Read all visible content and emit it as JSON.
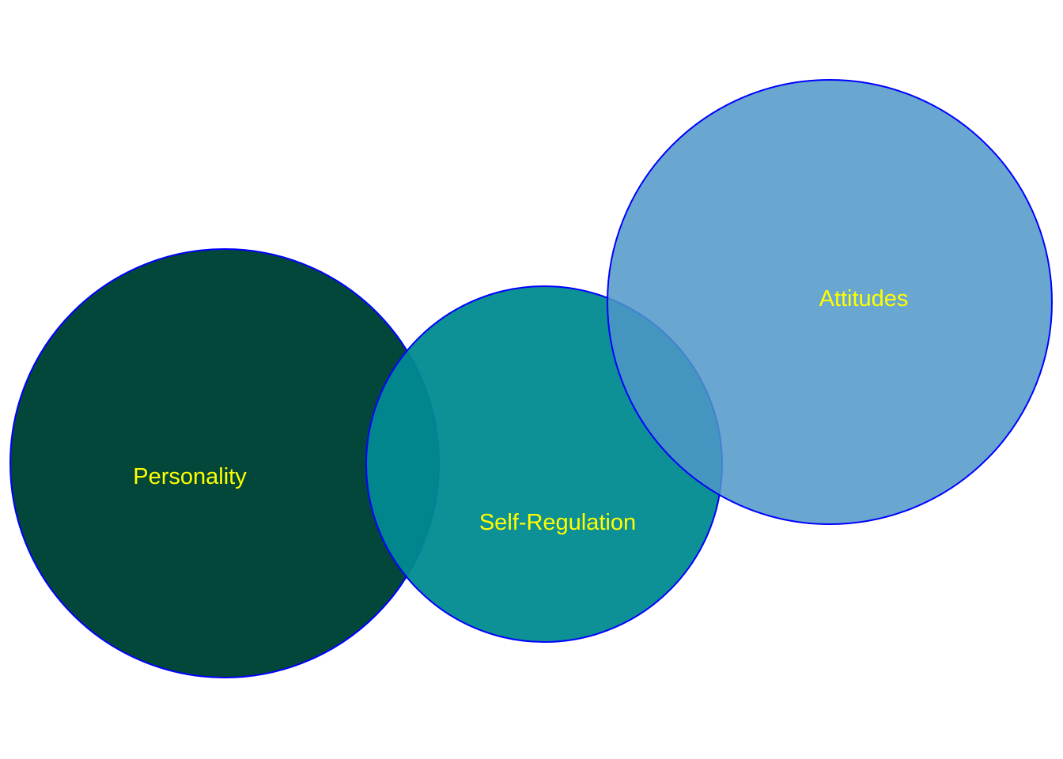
{
  "diagram": {
    "type": "venn",
    "outline_color": "#0000ff",
    "label_color": "#ffff00",
    "background": "#ffffff",
    "sets": [
      {
        "id": "personality",
        "label": "Personality",
        "fill": "#03473b",
        "opacity": 1.0
      },
      {
        "id": "self-regulation",
        "label": "Self-Regulation",
        "fill": "#008a90",
        "opacity": 0.95
      },
      {
        "id": "attitudes",
        "label": "Attitudes",
        "fill": "#4f98c8",
        "opacity": 0.85
      }
    ]
  }
}
